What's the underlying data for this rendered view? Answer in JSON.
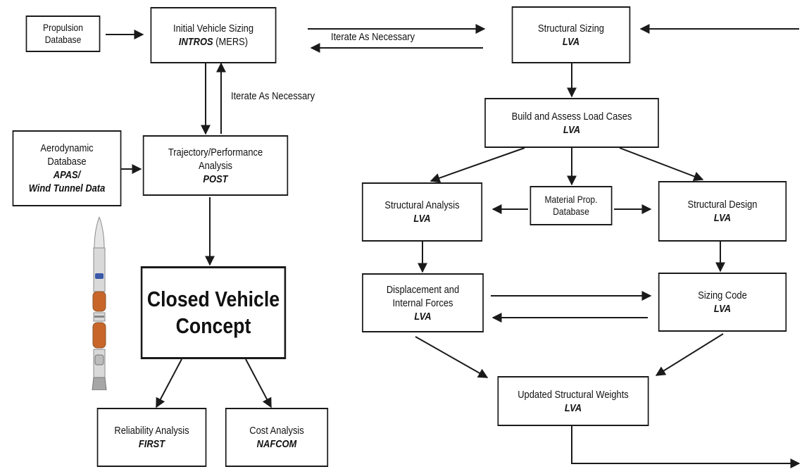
{
  "nodes": {
    "propulsion_db": {
      "line1": "Propulsion",
      "line2": "Database"
    },
    "initial_sizing": {
      "line1": "Initial Vehicle Sizing",
      "tool": "INTROS",
      "suffix": " (MERS)"
    },
    "aero_db": {
      "line1": "Aerodynamic",
      "line2": "Database",
      "tool1": "APAS/",
      "tool2": "Wind Tunnel Data"
    },
    "trajectory": {
      "line1": "Trajectory/Performance",
      "line2": "Analysis",
      "tool": "POST"
    },
    "closed_vehicle": {
      "line1": "Closed Vehicle",
      "line2": "Concept"
    },
    "reliability": {
      "line1": "Reliability Analysis",
      "tool": "FIRST"
    },
    "cost": {
      "line1": "Cost Analysis",
      "tool": "NAFCOM"
    },
    "structural_sizing": {
      "line1": "Structural Sizing",
      "tool": "LVA"
    },
    "load_cases": {
      "line1": "Build and Assess Load Cases",
      "tool": "LVA"
    },
    "structural_analysis": {
      "line1": "Structural Analysis",
      "tool": "LVA"
    },
    "material_db": {
      "line1": "Material Prop.",
      "line2": "Database"
    },
    "structural_design": {
      "line1": "Structural Design",
      "tool": "LVA"
    },
    "displacement": {
      "line1": "Displacement and",
      "line2": "Internal Forces",
      "tool": "LVA"
    },
    "sizing_code": {
      "line1": "Sizing Code",
      "tool": "LVA"
    },
    "updated_weights": {
      "line1": "Updated Structural Weights",
      "tool": "LVA"
    }
  },
  "labels": {
    "iterate_top": "Iterate As Necessary",
    "iterate_left": "Iterate As Necessary"
  },
  "colors": {
    "line": "#1a1a1a",
    "rocket_body": "#d9d9d9",
    "rocket_tank": "#c8662a",
    "rocket_band": "#3a5aa8"
  }
}
